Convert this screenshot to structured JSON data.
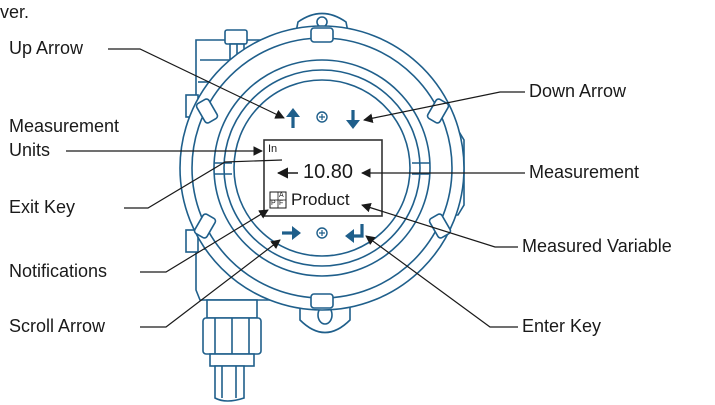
{
  "header_fragment": "ver.",
  "callouts": {
    "up_arrow": "Up Arrow",
    "down_arrow": "Down Arrow",
    "measurement_units_line1": "Measurement",
    "measurement_units_line2": "Units",
    "measurement": "Measurement",
    "exit_key": "Exit Key",
    "measured_variable": "Measured Variable",
    "notifications": "Notifications",
    "scroll_arrow": "Scroll Arrow",
    "enter_key": "Enter Key"
  },
  "display": {
    "units": "In",
    "value": "10.80",
    "variable": "Product",
    "badge_top": "A",
    "badge_bottom_left": "P",
    "badge_bottom_right": "F"
  },
  "colors": {
    "device_blue": "#1f5f8b",
    "label_text": "#1a1a1a",
    "leader_line": "#1a1a1a"
  }
}
